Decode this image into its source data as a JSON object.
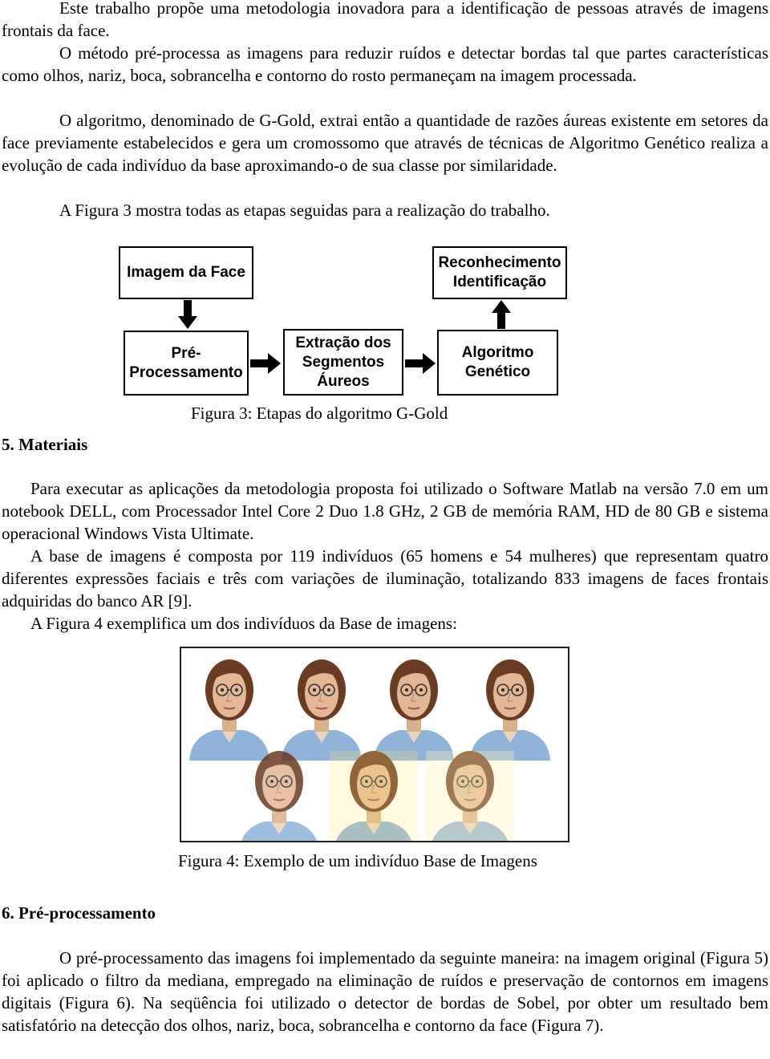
{
  "intro": {
    "p1": "Este trabalho propõe uma metodologia inovadora para a identificação de pessoas através de imagens frontais da face.",
    "p2": "O método pré-processa as imagens para reduzir ruídos e detectar bordas tal que partes características como olhos, nariz, boca, sobrancelha e contorno do rosto permaneçam na imagem processada.",
    "p3": "O algoritmo, denominado de G-Gold, extrai então a quantidade de razões áureas existente em setores da face previamente estabelecidos e gera um cromossomo que através de técnicas de Algoritmo Genético realiza a evolução de cada indivíduo da base aproximando-o de sua classe por similaridade.",
    "p4": "A Figura 3 mostra todas as etapas seguidas para a realização do trabalho."
  },
  "figure3": {
    "box_imagem": "Imagem da Face",
    "box_reconhecimento_line1": "Reconhecimento",
    "box_reconhecimento_line2": "Identificação",
    "box_pre_line1": "Pré-",
    "box_pre_line2": "Processamento",
    "box_extracao_line1": "Extração dos",
    "box_extracao_line2": "Segmentos",
    "box_extracao_line3": "Áureos",
    "box_algoritmo_line1": "Algoritmo",
    "box_algoritmo_line2": "Genético",
    "caption": "Figura 3: Etapas do algoritmo G-Gold"
  },
  "section5": {
    "heading": "5. Materiais",
    "p1": "Para executar as aplicações da metodologia proposta foi utilizado o Software Matlab na versão 7.0 em um notebook DELL, com Processador Intel Core 2 Duo 1.8 GHz, 2 GB de memória RAM, HD de 80 GB e sistema operacional Windows Vista Ultimate.",
    "p2": "A base de imagens é composta por 119 indivíduos (65 homens e 54 mulheres) que representam quatro diferentes expressões faciais e três com variações de iluminação, totalizando 833 imagens de faces frontais adquiridas do banco AR [9].",
    "p3": "A Figura 4 exemplifica um dos indivíduos da Base de imagens:"
  },
  "figure4": {
    "caption": "Figura 4: Exemplo de um indivíduo Base de Imagens"
  },
  "section6": {
    "heading": "6. Pré-processamento",
    "p1": "O pré-processamento das imagens foi implementado da seguinte maneira: na imagem original (Figura 5) foi aplicado o filtro da mediana, empregado na eliminação de ruídos e preservação de contornos em imagens digitais (Figura 6). Na seqüência foi utilizado o detector de bordas de Sobel, por obter um resultado bem satisfatório na detecção dos olhos, nariz, boca, sobrancelha e contorno da face (Figura 7)."
  }
}
